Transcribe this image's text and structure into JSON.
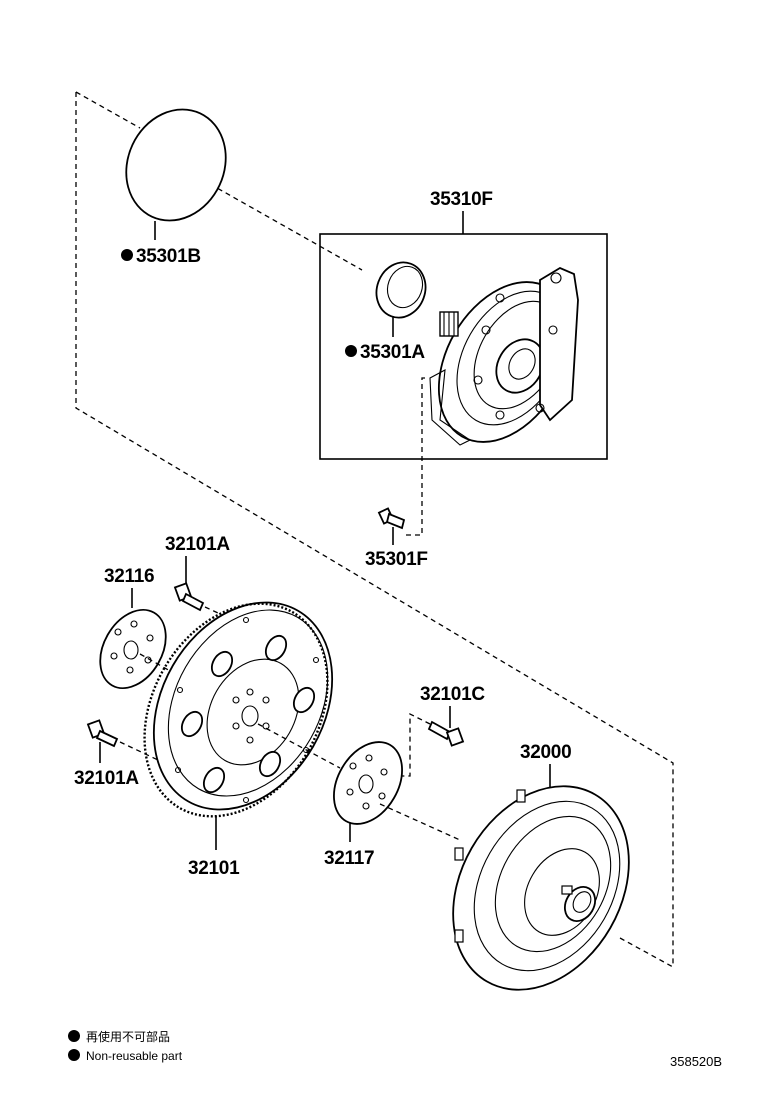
{
  "parts": {
    "p35301B": "35301B",
    "p35310F": "35310F",
    "p35301A": "35301A",
    "p35301F": "35301F",
    "p32101A_top": "32101A",
    "p32116": "32116",
    "p32101A_bottom": "32101A",
    "p32101C": "32101C",
    "p32000": "32000",
    "p32101": "32101",
    "p32117": "32117"
  },
  "legend": {
    "jp": "再使用不可部品",
    "en": "Non-reusable part"
  },
  "doc_id": "358520B",
  "icons": {
    "non_reusable_marker": "filled-circle"
  }
}
